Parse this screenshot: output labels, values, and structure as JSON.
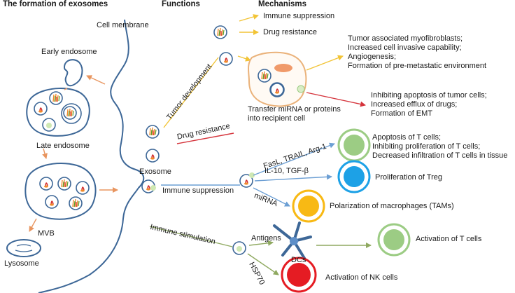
{
  "headers": {
    "formation": "The formation of exosomes",
    "functions": "Functions",
    "mechanisms": "Mechanisms"
  },
  "formation": {
    "cell_membrane": "Cell membrane",
    "early_endosome": "Early endosome",
    "late_endosome": "Late endosome",
    "mvb": "MVB",
    "lysosome": "Lysosome",
    "exosome": "Exosome"
  },
  "functions": {
    "tumor_development": "Tumor development",
    "drug_resistance": "Drug resistance",
    "immune_suppression": "Immune suppression",
    "immune_stimulation": "Immune stimulation"
  },
  "mechanisms": {
    "immune_suppression": "Immune suppression",
    "drug_resistance": "Drug resistance",
    "tumor_effects": [
      "Tumor associated myofibroblasts;",
      "Increased cell invasive capability;",
      "Angiogenesis;",
      "Formation of pre-metastatic environment"
    ],
    "drug_effects": [
      "Inhibiting apoptosis of tumor cells;",
      "Increased efflux of drugs;",
      "Formation of EMT"
    ],
    "transfer": [
      "Transfer miRNA or proteins",
      "into recipient cell"
    ],
    "fasl": "FasL, TRAIL, Arg-1",
    "tcell_effects": [
      "Apoptosis of T cells;",
      "Inhibiting proliferation of T cells;",
      "Decreased infiltration of T cells in tissue"
    ],
    "il10": "IL-10, TGF-β",
    "treg": "Proliferation of Treg",
    "mirna": "miRNA",
    "macrophages": "Polarization of macrophages (TAMs)",
    "antigens": "Antigens",
    "dcs": "DCs",
    "tcell_activation": "Activation of T cells",
    "hsp70": "HSP70",
    "nk_activation": "Activation of NK cells"
  },
  "colors": {
    "membrane": "#3d6797",
    "arrow_orange": "#e8955f",
    "arrow_yellow": "#f2c436",
    "arrow_red": "#d5343c",
    "arrow_blue": "#6c9fd4",
    "arrow_green": "#8fa960",
    "tcell": "#9ccc84",
    "treg": "#1da1e6",
    "macrophage": "#f8b914",
    "nk": "#e51c23"
  }
}
